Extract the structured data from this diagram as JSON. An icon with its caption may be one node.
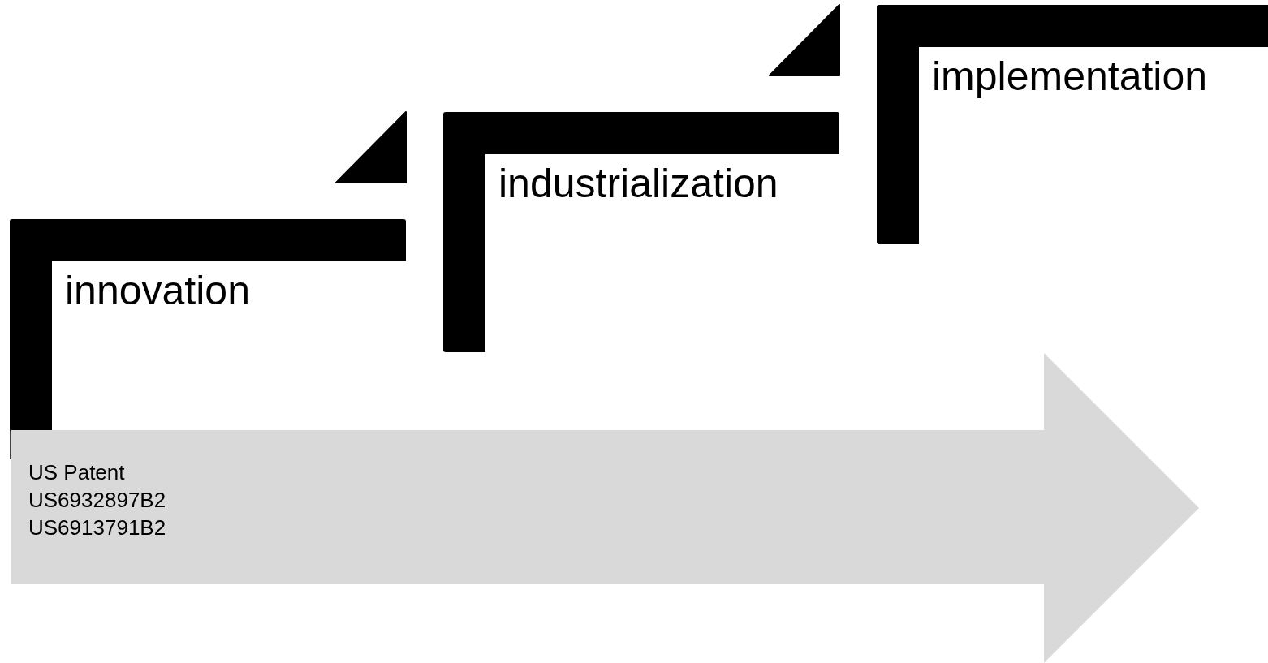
{
  "diagram": {
    "nodes": [
      {
        "text": [
          "innovation"
        ]
      },
      {
        "text": [
          "industrialization"
        ]
      },
      {
        "text": [
          "implementation"
        ]
      },
      {
        "text": [
          "US Patent US6932897B2 US6913791B2"
        ]
      }
    ]
  }
}
